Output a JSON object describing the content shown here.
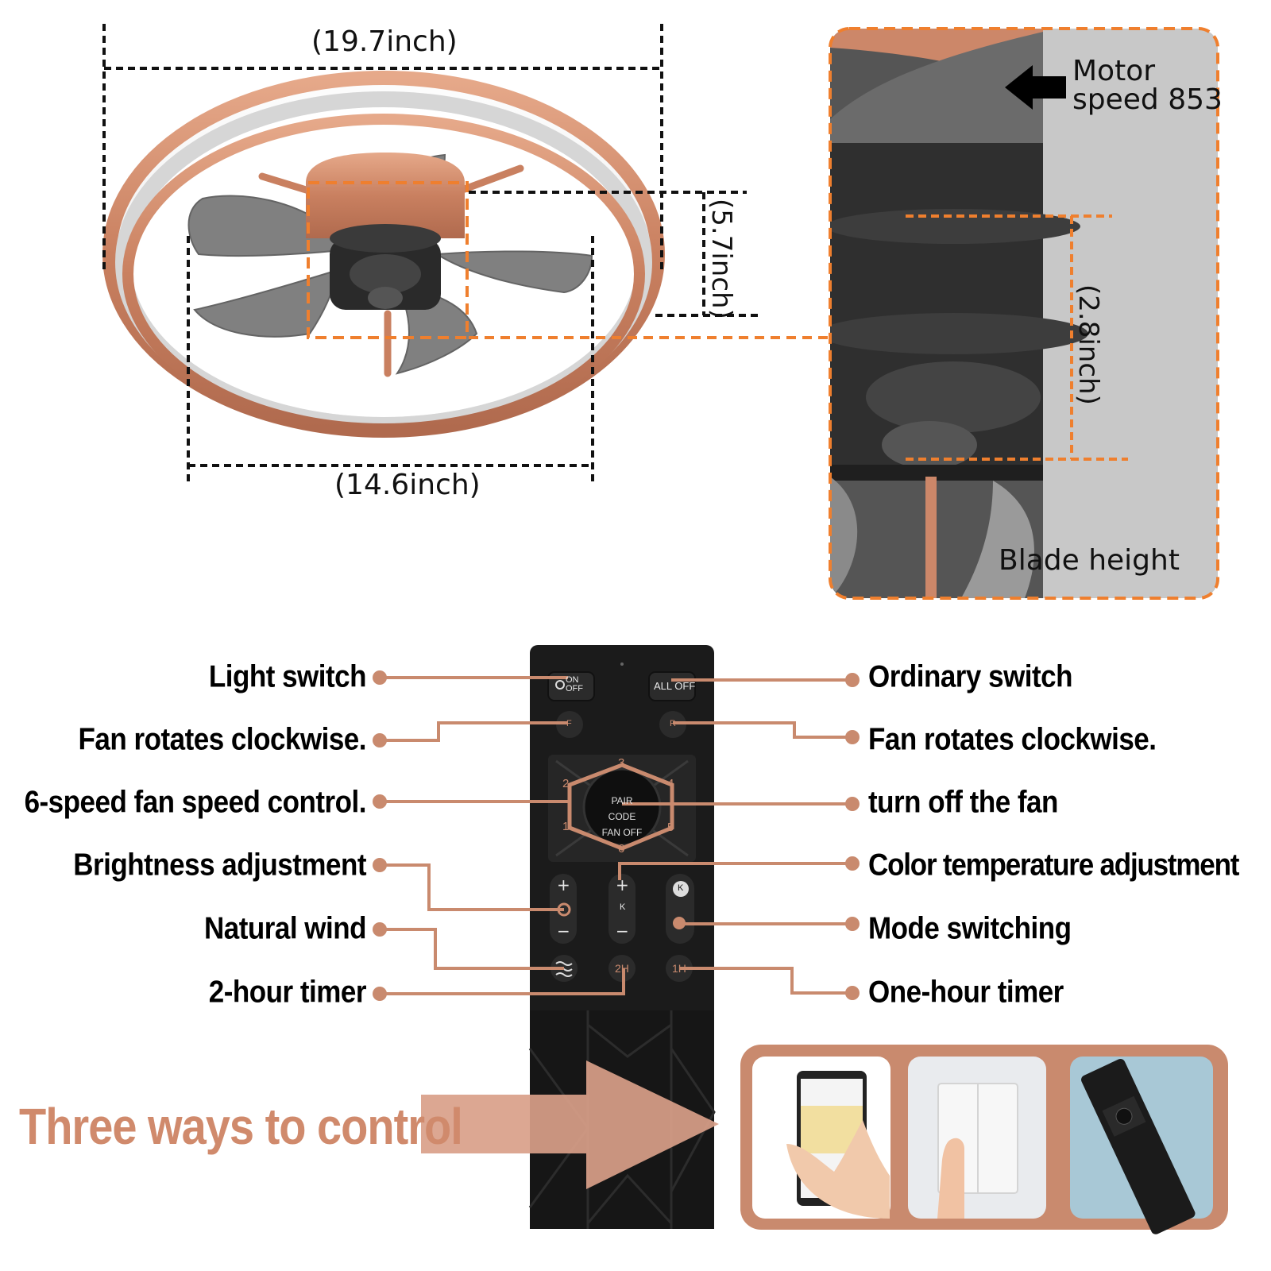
{
  "dimensions": {
    "outer_width": "(19.7inch)",
    "blade_span": "(14.6inch)",
    "total_height": "(5.7inch)",
    "blade_height_value": "(2.8inch)"
  },
  "detail": {
    "motor_line1": "Motor",
    "motor_line2": "speed 853",
    "blade_height_label": "Blade height"
  },
  "remote_labels": {
    "left": [
      "Light switch",
      "Fan rotates clockwise.",
      "6-speed fan speed control.",
      "Brightness adjustment",
      "Natural wind",
      "2-hour timer"
    ],
    "right": [
      "Ordinary switch",
      "Fan rotates clockwise.",
      "turn off the fan",
      "Color temperature adjustment",
      "Mode switching",
      "One-hour timer"
    ]
  },
  "remote_buttons": {
    "on": "ON",
    "off": "OFF",
    "all_off": "ALL OFF",
    "forward": "F",
    "reverse": "R",
    "pair_code": "PAIR CODE",
    "fan_off": "FAN OFF",
    "speeds": [
      "1",
      "2",
      "3",
      "4",
      "5",
      "6"
    ],
    "plus": "+",
    "minus": "−",
    "k": "K",
    "timer_2h": "2H",
    "timer_1h": "1H"
  },
  "control": {
    "title": "Three ways to control",
    "methods": [
      "phone-app",
      "wall-switch",
      "remote-control"
    ]
  },
  "colors": {
    "accent": "#c98a6e",
    "dashed_orange": "#ef7f2e",
    "ring_copper": "#cc8769",
    "remote_black": "#1b1b1b",
    "title_color": "#d08a6c"
  }
}
